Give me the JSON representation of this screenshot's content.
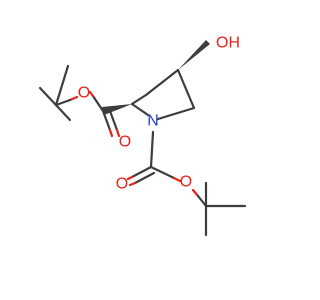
{
  "colors": {
    "bond": "#3d3d3d",
    "oxygen": "#e8221a",
    "nitrogen": "#2a39d6"
  },
  "labels": {
    "hydroxyl": "OH",
    "ester_oxygen": "O",
    "ester_carbonyl_oxygen": "O",
    "carbamate_oxygen": "O",
    "carbamate_carbonyl_oxygen": "O",
    "ring_nitrogen": "N"
  }
}
